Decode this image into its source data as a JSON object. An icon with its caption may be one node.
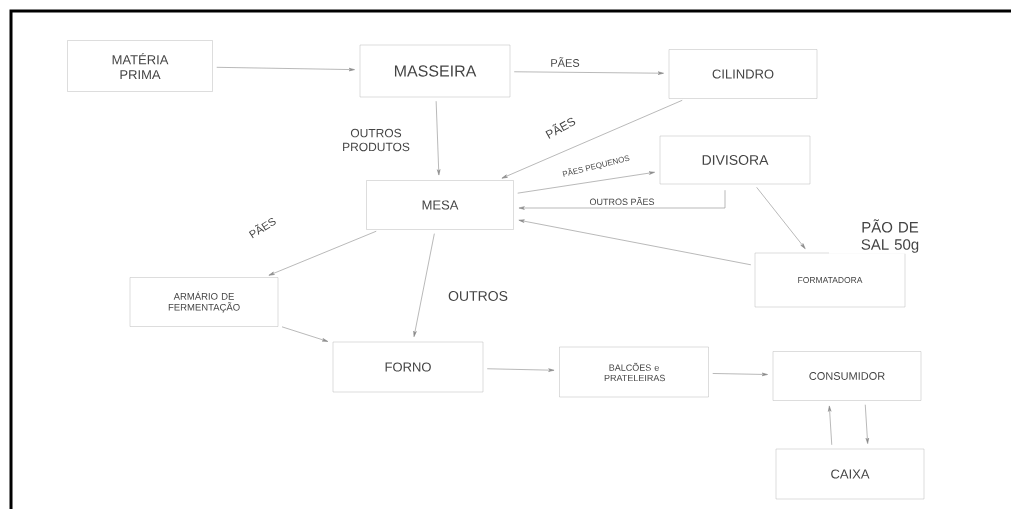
{
  "diagram": {
    "nodes": [
      {
        "text": [
          "MATÉRIA PRIMA"
        ]
      },
      {
        "text": [
          "MASSEIRA"
        ]
      },
      {
        "text": [
          "CILINDRO"
        ]
      },
      {
        "text": [
          "DIVISORA"
        ]
      },
      {
        "text": [
          "MESA"
        ]
      },
      {
        "text": [
          "FORMATADORA"
        ]
      },
      {
        "text": [
          "ARMÁRIO DE FERMENTAÇÃO"
        ]
      },
      {
        "text": [
          "FORNO"
        ]
      },
      {
        "text": [
          "BALCÕES e PRATELEIRAS"
        ]
      },
      {
        "text": [
          "CONSUMIDOR"
        ]
      },
      {
        "text": [
          "CAIXA"
        ]
      }
    ],
    "edges": [
      {
        "from": 0,
        "to": 1,
        "arrow": "to"
      },
      {
        "from": 1,
        "to": 2,
        "arrow": "to",
        "label": "PÃES"
      },
      {
        "from": 1,
        "to": 4,
        "arrow": "to",
        "label": "OUTROS PRODUTOS"
      },
      {
        "from": 2,
        "to": 4,
        "arrow": "to",
        "label": "PÃES"
      },
      {
        "from": 4,
        "to": 3,
        "arrow": "to",
        "label": "PÃES PEQUENOS"
      },
      {
        "from": 3,
        "to": 4,
        "arrow": "to",
        "label": "OUTROS PÃES"
      },
      {
        "from": 3,
        "to": 5,
        "arrow": "to",
        "label": "PÃO DE SAL 50g"
      },
      {
        "from": 5,
        "to": 4,
        "arrow": "to"
      },
      {
        "from": 4,
        "to": 6,
        "arrow": "to",
        "label": "PÃES"
      },
      {
        "from": 4,
        "to": 7,
        "arrow": "to",
        "label": "OUTROS"
      },
      {
        "from": 6,
        "to": 7,
        "arrow": "to"
      },
      {
        "from": 7,
        "to": 8,
        "arrow": "to"
      },
      {
        "from": 8,
        "to": 9,
        "arrow": "to"
      },
      {
        "from": 10,
        "to": 9,
        "arrow": "to"
      },
      {
        "from": 9,
        "to": 10,
        "arrow": "to"
      }
    ]
  }
}
